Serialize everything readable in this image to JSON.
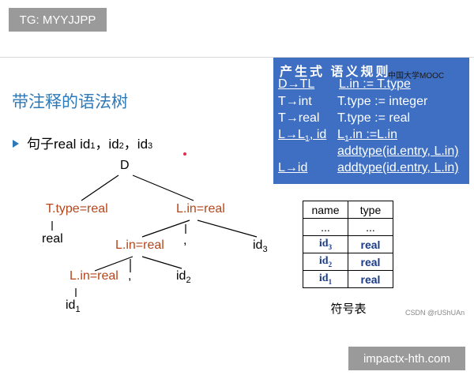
{
  "watermark_top": "TG: MYYJJPP",
  "watermark_bottom": "impactx-hth.com",
  "slide_title": "带注释的语法树",
  "sentence": {
    "prefix": "句子real  id",
    "sub1": "1",
    "sep1": "，id",
    "sub2": "2",
    "sep2": "，id",
    "sub3": "3"
  },
  "tree": {
    "root": "D",
    "t_type": "T.type=real",
    "l_in_1": "L.in=real",
    "real_leaf": "real",
    "l_in_2": "L.in=real",
    "comma_1": ",",
    "id3_base": "id",
    "id3_sub": "3",
    "l_in_3": "L.in=real",
    "comma_2": ",",
    "id2_base": "id",
    "id2_sub": "2",
    "id1_base": "id",
    "id1_sub": "1"
  },
  "rules": {
    "header": "产生式  语义规则",
    "mooc": "中国大学MOOC",
    "r1_prod": "D→TL",
    "r1_sem": "L.in := T.type",
    "r2_prod": "T→int",
    "r2_sem": "T.type := integer",
    "r3_prod": "T→real",
    "r3_sem": "T.type := real",
    "r4_prod_a": "L→L",
    "r4_prod_sub": "1",
    "r4_prod_b": ", id",
    "r4_sem_a": "L",
    "r4_sem_sub": "1",
    "r4_sem_b": ".in :=L.in",
    "r4_sem2": "addtype(id.entry, L.in)",
    "r5_prod": "L→id",
    "r5_sem": "addtype(id.entry, L.in)"
  },
  "symbol_table": {
    "headers": [
      "name",
      "type"
    ],
    "dots": "...",
    "rows": [
      {
        "id": "id",
        "sub": "3",
        "type": "real"
      },
      {
        "id": "id",
        "sub": "2",
        "type": "real"
      },
      {
        "id": "id",
        "sub": "1",
        "type": "real"
      }
    ],
    "caption": "符号表"
  },
  "csdn": "CSDN @rUShUAn"
}
